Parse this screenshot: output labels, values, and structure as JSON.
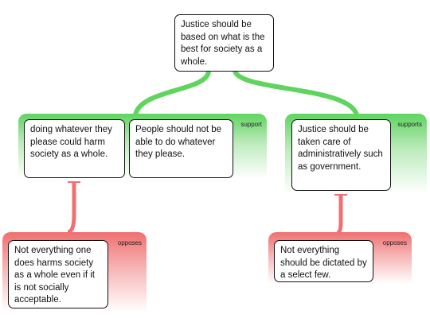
{
  "claim": {
    "text": "Justice should be based on what is the best for society as a whole."
  },
  "groups": [
    {
      "label": "support",
      "premises": [
        "doing whatever they please could harm society as a whole.",
        "People should not be able to do whatever they please."
      ]
    },
    {
      "label": "supports",
      "premises": [
        "Justice should be taken care of administratively such as government."
      ]
    }
  ],
  "objections": [
    {
      "label": "opposes",
      "text": "Not everything one does harms society as a whole even if it is not socially acceptable."
    },
    {
      "label": "opposes",
      "text": "Not everything should be dictated by a select few."
    }
  ],
  "colors": {
    "support": "#5fd45f",
    "oppose": "#f07070",
    "border": "#111111"
  }
}
